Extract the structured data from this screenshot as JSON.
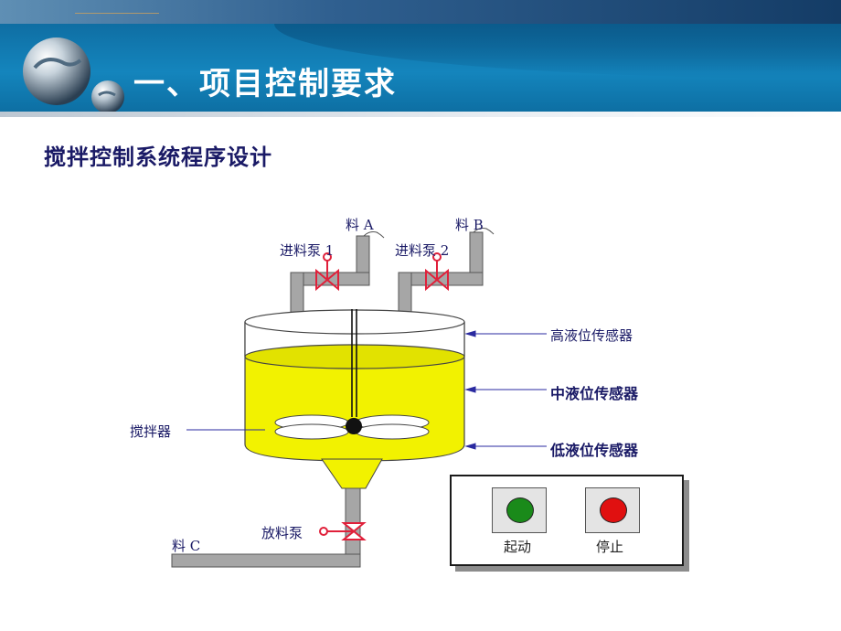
{
  "header": {
    "title": "一、项目控制要求"
  },
  "subtitle": "搅拌控制系统程序设计",
  "diagram": {
    "material_a": "料 A",
    "material_b": "料 B",
    "material_c": "料 C",
    "pump1": "进料泵 1",
    "pump2": "进料泵 2",
    "discharge_pump": "放料泵",
    "mixer": "搅拌器",
    "sensor_high": "高液位传感器",
    "sensor_mid": "中液位传感器",
    "sensor_low": "低液位传感器"
  },
  "controls": {
    "start_label": "起动",
    "stop_label": "停止"
  },
  "colors": {
    "liquid": "#f2f200",
    "start_lamp": "#1a8a1a",
    "stop_lamp": "#e01010",
    "valve": "#e0203a",
    "banner": "#1485bd"
  }
}
